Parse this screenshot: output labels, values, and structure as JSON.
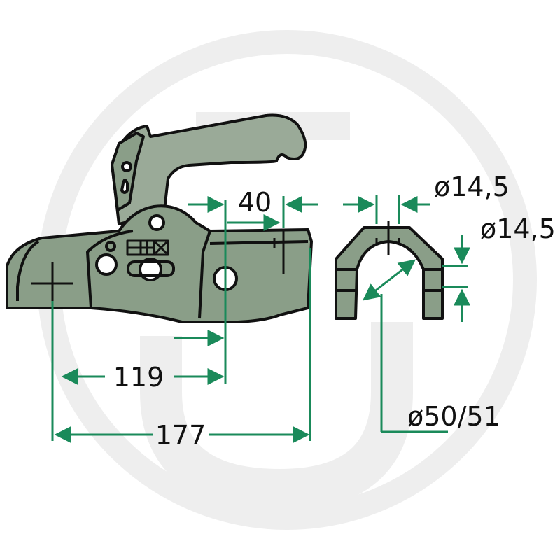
{
  "colors": {
    "part_fill": "#8a9e88",
    "part_fill_light": "#9aaa98",
    "outline": "#111111",
    "dimension_line": "#1a8a5a",
    "watermark": "#eeeeee",
    "background": "#ffffff"
  },
  "dimensions": {
    "d119": "119",
    "d177": "177",
    "d40": "40",
    "dia_top": "ø14,5",
    "dia_side": "ø14,5",
    "dia_ball": "ø50/51"
  },
  "marks": {
    "lock_plate": "⊞+⊠"
  },
  "views": {
    "side_view": "coupling-head-side-view",
    "cross_section": "coupling-bracket-section-view"
  }
}
